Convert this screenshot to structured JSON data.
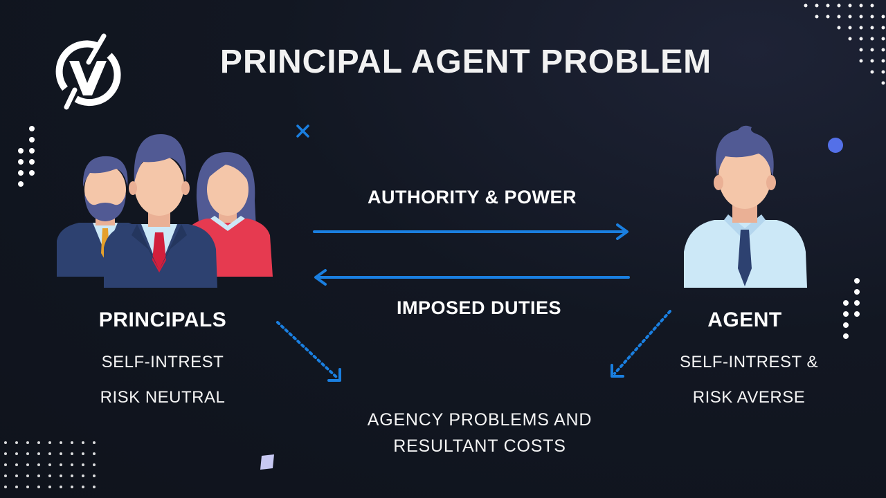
{
  "title": "PRINCIPAL AGENT PROBLEM",
  "arrow_top_label": "AUTHORITY & POWER",
  "arrow_bottom_label": "IMPOSED DUTIES",
  "principals": {
    "heading": "PRINCIPALS",
    "trait_1": "SELF-INTREST",
    "trait_2": "RISK NEUTRAL"
  },
  "agent": {
    "heading": "AGENT",
    "trait_1": "SELF-INTREST &",
    "trait_2": "RISK AVERSE"
  },
  "outcome": {
    "line_1": "AGENCY PROBLEMS AND",
    "line_2": "RESULTANT COSTS"
  },
  "colors": {
    "accent_blue": "#1a7fe0",
    "suit_navy": "#2d4170",
    "hair": "#515a94",
    "skin": "#f4c6a9",
    "shirt": "#cce8f7",
    "tie_red": "#d21f3c",
    "woman_red": "#e63a50"
  },
  "icons": [
    "logo-icon",
    "principals-group-icon",
    "agent-person-icon",
    "x-mark-icon",
    "dot-icon",
    "diamond-icon"
  ]
}
